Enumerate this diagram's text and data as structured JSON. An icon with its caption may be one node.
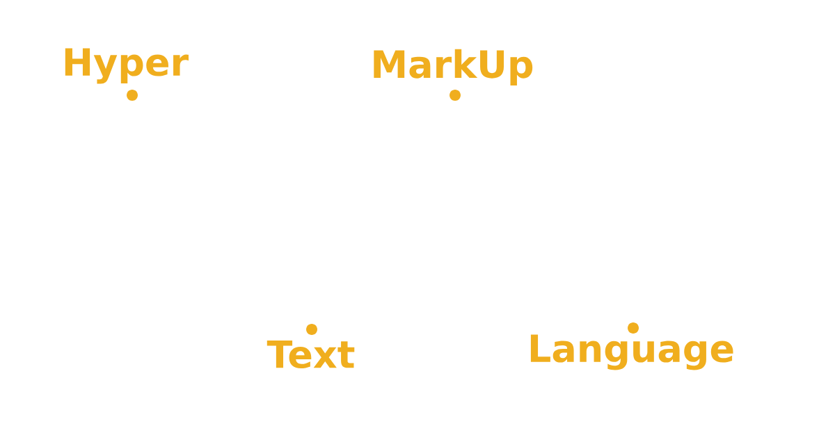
{
  "diagram": {
    "labels": [
      "Hyper",
      "MarkUp",
      "Text",
      "Language"
    ]
  }
}
